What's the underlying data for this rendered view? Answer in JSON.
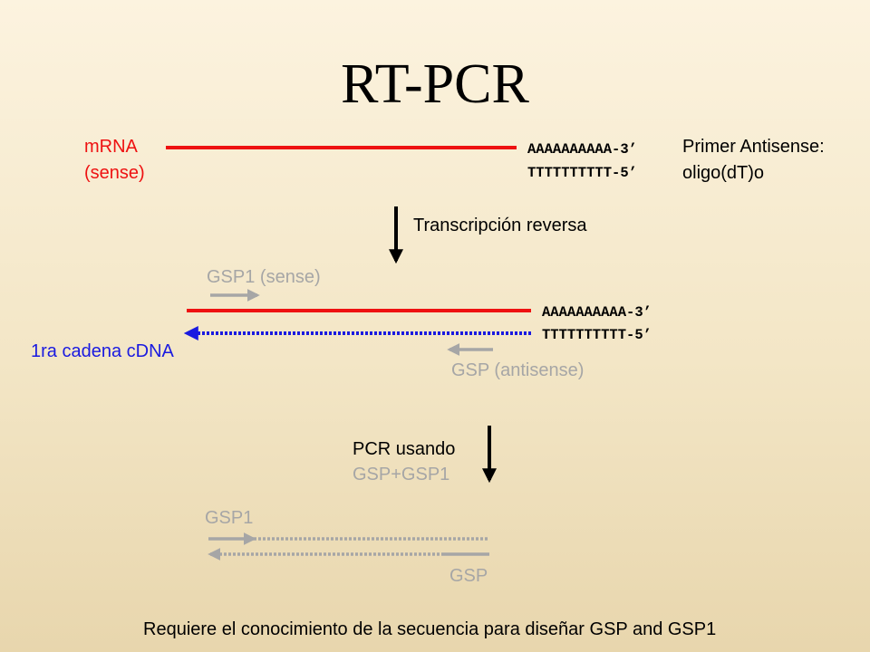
{
  "title": "RT-PCR",
  "colors": {
    "mrna": "#ee1111",
    "cdna": "#1a1ae0",
    "primer": "#a6a6a6",
    "text": "#000000"
  },
  "step1": {
    "mrna_label_1": "mRNA",
    "mrna_label_2": "(sense)",
    "polyA": "AAAAAAAAAA-3’",
    "oligoT": "TTTTTTTTTT-5’",
    "primer_label_1": "Primer Antisense:",
    "primer_label_2": "oligo(dT)o"
  },
  "arrow1_label": "Transcripción reversa",
  "step2": {
    "gsp1_label": "GSP1 (sense)",
    "polyA": "AAAAAAAAAA-3’",
    "oligoT": "TTTTTTTTTT-5’",
    "cdna_label": "1ra cadena cDNA",
    "gsp_label": "GSP (antisense)"
  },
  "arrow2_label_1": "PCR usando",
  "arrow2_label_2": "GSP+GSP1",
  "step3": {
    "gsp1_label": "GSP1",
    "gsp_label": "GSP"
  },
  "footer": "Requiere el conocimiento de la secuencia para diseñar GSP and GSP1"
}
